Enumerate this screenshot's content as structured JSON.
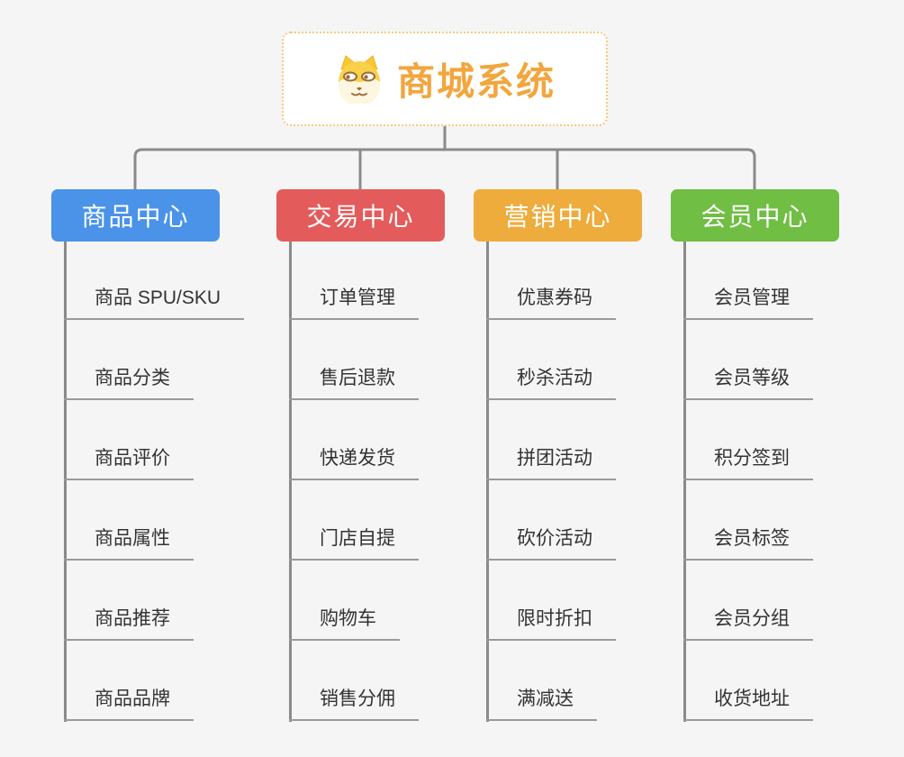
{
  "root": {
    "title": "商城系统",
    "icon": "doge-face-icon"
  },
  "colors": {
    "background": "#f5f5f5",
    "root_text": "#f2a63e",
    "root_border": "#f6c87f",
    "connector_line": "#8a8a8a",
    "item_underline": "#9a9a9a",
    "item_text": "#333333",
    "branch_product": "#4a93e8",
    "branch_trade": "#e45b5b",
    "branch_marketing": "#eeac3c",
    "branch_member": "#70be44"
  },
  "branches": [
    {
      "title": "商品中心",
      "color": "#4a93e8",
      "items": [
        "商品 SPU/SKU",
        "商品分类",
        "商品评价",
        "商品属性",
        "商品推荐",
        "商品品牌"
      ]
    },
    {
      "title": "交易中心",
      "color": "#e45b5b",
      "items": [
        "订单管理",
        "售后退款",
        "快递发货",
        "门店自提",
        "购物车",
        "销售分佣"
      ]
    },
    {
      "title": "营销中心",
      "color": "#eeac3c",
      "items": [
        "优惠券码",
        "秒杀活动",
        "拼团活动",
        "砍价活动",
        "限时折扣",
        "满减送"
      ]
    },
    {
      "title": "会员中心",
      "color": "#70be44",
      "items": [
        "会员管理",
        "会员等级",
        "积分签到",
        "会员标签",
        "会员分组",
        "收货地址"
      ]
    }
  ]
}
